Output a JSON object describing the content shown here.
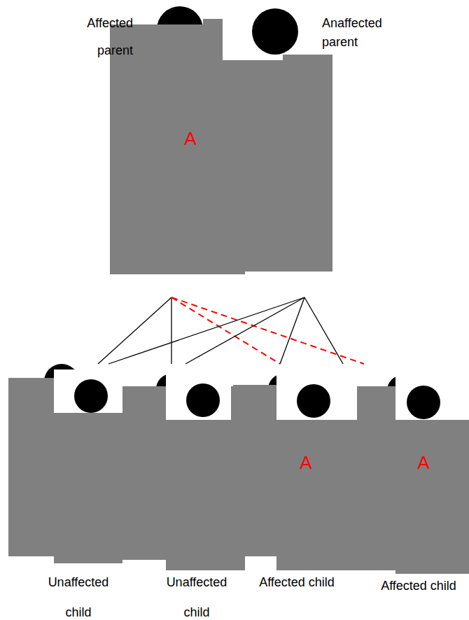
{
  "diagram": {
    "nodes": [
      {
        "text": [
          "Affected parent",
          "A"
        ]
      },
      {
        "text": [
          "Anaffected parent"
        ]
      },
      {
        "text": [
          "Unaffected child"
        ]
      },
      {
        "text": [
          "Unaffected child"
        ]
      },
      {
        "text": [
          "Affected child",
          "A"
        ]
      },
      {
        "text": [
          "Affected child",
          "A"
        ]
      }
    ],
    "edges": [
      {
        "from": 0,
        "to": 2,
        "arrow": "none"
      },
      {
        "from": 0,
        "to": 3,
        "arrow": "none"
      },
      {
        "from": 0,
        "to": 4,
        "arrow": "none"
      },
      {
        "from": 0,
        "to": 5,
        "arrow": "none"
      },
      {
        "from": 1,
        "to": 2,
        "arrow": "none"
      },
      {
        "from": 1,
        "to": 3,
        "arrow": "none"
      },
      {
        "from": 1,
        "to": 4,
        "arrow": "none"
      },
      {
        "from": 1,
        "to": 5,
        "arrow": "none"
      }
    ]
  }
}
